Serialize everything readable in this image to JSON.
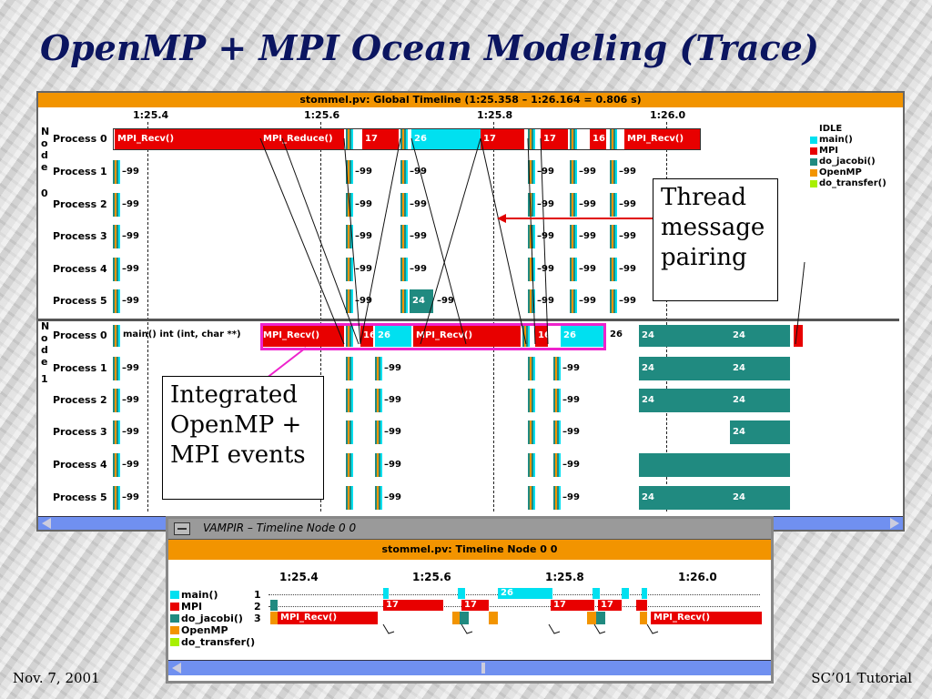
{
  "slide": {
    "title": "OpenMP + MPI Ocean Modeling (Trace)",
    "footer_left": "Nov. 7, 2001",
    "footer_right": "SC’01 Tutorial"
  },
  "colors": {
    "idle": "#ffffff",
    "main": "#00e0f0",
    "mpi": "#e80000",
    "do_jacobi": "#208a80",
    "openmp": "#f29400",
    "do_transfer": "#a8f000",
    "title_bar": "#f29400",
    "scroll": "#7090f0",
    "highlight": "#ee22cc"
  },
  "global_timeline": {
    "title": "stommel.pv: Global Timeline (1:25.358 – 1:26.164 = 0.806 s)",
    "ticks": [
      "1:25.4",
      "1:25.6",
      "1:25.8",
      "1:26.0"
    ],
    "node0_label": [
      "N",
      "o",
      "d",
      "e",
      "0"
    ],
    "node1_label": [
      "N",
      "o",
      "d",
      "e",
      "1"
    ],
    "node0_processes": [
      "Process 0",
      "Process 1",
      "Process 2",
      "Process 3",
      "Process 4",
      "Process 5"
    ],
    "node1_processes": [
      "Process 0",
      "Process 1",
      "Process 2",
      "Process 3",
      "Process 4",
      "Process 5"
    ],
    "segment_labels": {
      "mpi_recv": "MPI_Recv()",
      "mpi_reduce": "MPI_Reduce()",
      "n17": "17",
      "n26": "26",
      "n16": "16",
      "n99": "99",
      "n24": "24",
      "main_sig": "main() int (int, char **)"
    },
    "legend": [
      "IDLE",
      "main()",
      "MPI",
      "do_jacobi()",
      "OpenMP",
      "do_transfer()"
    ]
  },
  "callouts": {
    "thread": "Thread message pairing",
    "integrated": "Integrated OpenMP + MPI events"
  },
  "node_timeline": {
    "window_title": "VAMPIR – Timeline Node 0 0",
    "title": "stommel.pv: Timeline Node 0 0",
    "ticks": [
      "1:25.4",
      "1:25.6",
      "1:25.8",
      "1:26.0"
    ],
    "rows": [
      "1",
      "2",
      "3"
    ],
    "legend": [
      "main()",
      "MPI",
      "do_jacobi()",
      "OpenMP",
      "do_transfer()"
    ],
    "labels": {
      "n17": "17",
      "n26": "26",
      "mpi_recv": "MPI_Recv()"
    }
  }
}
